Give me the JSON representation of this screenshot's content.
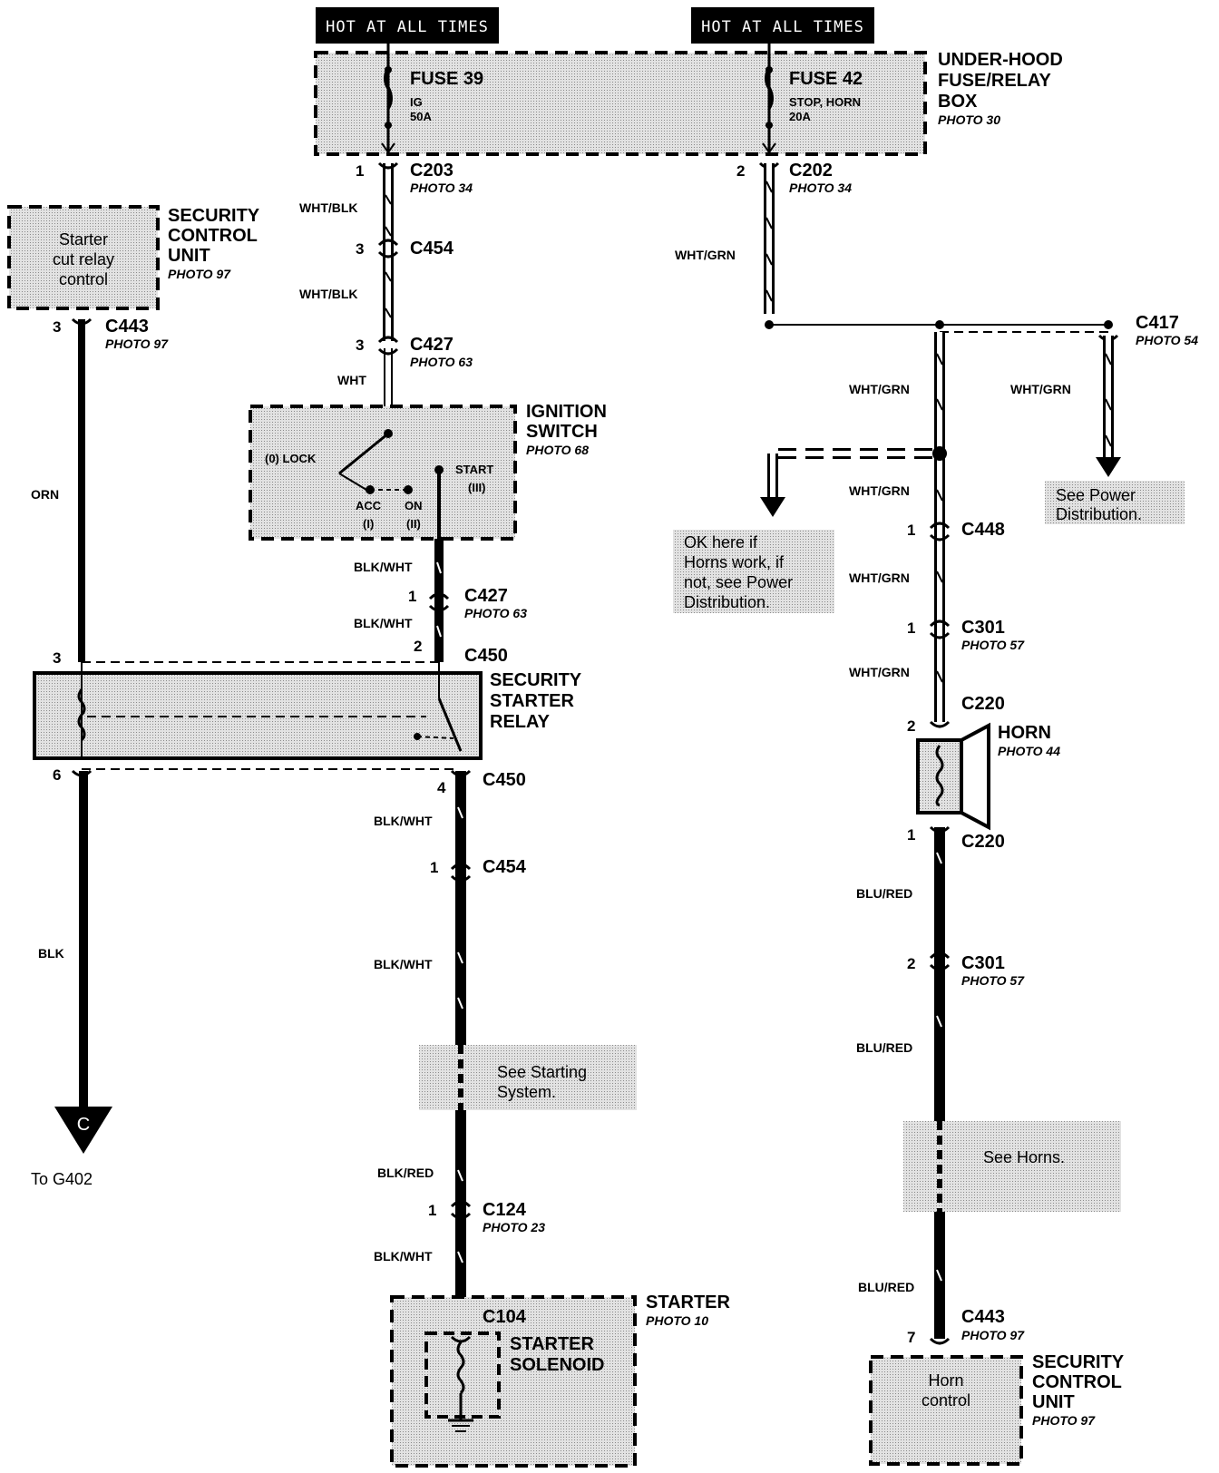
{
  "power": {
    "hot1": "HOT AT ALL TIMES",
    "hot2": "HOT AT ALL TIMES",
    "fuse39_name": "FUSE 39",
    "fuse39_desc1": "IG",
    "fuse39_desc2": "50A",
    "fuse42_name": "FUSE 42",
    "fuse42_desc1": "STOP, HORN",
    "fuse42_desc2": "20A",
    "box_line1": "UNDER-HOOD",
    "box_line2": "FUSE/RELAY",
    "box_line3": "BOX",
    "box_photo": "PHOTO 30"
  },
  "connectors": {
    "c203": "C203",
    "c203_photo": "PHOTO 34",
    "c203_pin": "1",
    "c202": "C202",
    "c202_photo": "PHOTO 34",
    "c202_pin": "2",
    "c454a": "C454",
    "c454a_pin": "3",
    "c427a": "C427",
    "c427a_photo": "PHOTO 63",
    "c427a_pin": "3",
    "c427b": "C427",
    "c427b_photo": "PHOTO 63",
    "c427b_pin": "1",
    "c450a": "C450",
    "c450a_pin": "2",
    "c450b": "C450",
    "c450b_pin": "4",
    "c454b": "C454",
    "c454b_pin": "1",
    "c124": "C124",
    "c124_photo": "PHOTO 23",
    "c124_pin": "1",
    "c104": "C104",
    "c443a": "C443",
    "c443a_photo": "PHOTO 97",
    "c443a_pin": "3",
    "relay_pin3": "3",
    "relay_pin6": "6",
    "c417": "C417",
    "c417_photo": "PHOTO 54",
    "c448": "C448",
    "c448_pin": "1",
    "c301a": "C301",
    "c301a_photo": "PHOTO 57",
    "c301a_pin": "1",
    "c220a": "C220",
    "c220a_pin": "2",
    "c220b": "C220",
    "c220b_pin": "1",
    "c301b": "C301",
    "c301b_photo": "PHOTO 57",
    "c301b_pin": "2",
    "c443b": "C443",
    "c443b_photo": "PHOTO 97",
    "c443b_pin": "7"
  },
  "wires": {
    "whtblk1": "WHT/BLK",
    "whtblk2": "WHT/BLK",
    "wht": "WHT",
    "blkwht1": "BLK/WHT",
    "blkwht2": "BLK/WHT",
    "blkwht3": "BLK/WHT",
    "blkwht4": "BLK/WHT",
    "blkwht5": "BLK/WHT",
    "blkred": "BLK/RED",
    "orn": "ORN",
    "blk": "BLK",
    "whtgrn1": "WHT/GRN",
    "whtgrn2": "WHT/GRN",
    "whtgrn3": "WHT/GRN",
    "whtgrn4": "WHT/GRN",
    "whtgrn5": "WHT/GRN",
    "whtgrn6": "WHT/GRN",
    "blured1": "BLU/RED",
    "blured2": "BLU/RED",
    "blured3": "BLU/RED"
  },
  "components": {
    "scu1_line1": "SECURITY",
    "scu1_line2": "CONTROL",
    "scu1_line3": "UNIT",
    "scu1_photo": "PHOTO 97",
    "scu1_inner1": "Starter",
    "scu1_inner2": "cut relay",
    "scu1_inner3": "control",
    "ign_line1": "IGNITION",
    "ign_line2": "SWITCH",
    "ign_photo": "PHOTO 68",
    "ign_lock": "(0) LOCK",
    "ign_acc": "ACC",
    "ign_acc_n": "(I)",
    "ign_on": "ON",
    "ign_on_n": "(II)",
    "ign_start": "START",
    "ign_start_n": "(III)",
    "relay_line1": "SECURITY",
    "relay_line2": "STARTER",
    "relay_line3": "RELAY",
    "starter": "STARTER",
    "starter_photo": "PHOTO 10",
    "solenoid1": "STARTER",
    "solenoid2": "SOLENOID",
    "horn": "HORN",
    "horn_photo": "PHOTO 44",
    "scu2_line1": "SECURITY",
    "scu2_line2": "CONTROL",
    "scu2_line3": "UNIT",
    "scu2_photo": "PHOTO 97",
    "scu2_inner1": "Horn",
    "scu2_inner2": "control",
    "ground_letter": "C",
    "ground_to": "To G402"
  },
  "notes": {
    "power_dist1": "See Power",
    "power_dist2": "Distribution.",
    "ok1": "OK here if",
    "ok2": "Horns work, if",
    "ok3": "not, see Power",
    "ok4": "Distribution.",
    "starting1": "See Starting",
    "starting2": "System.",
    "horns": "See Horns."
  }
}
